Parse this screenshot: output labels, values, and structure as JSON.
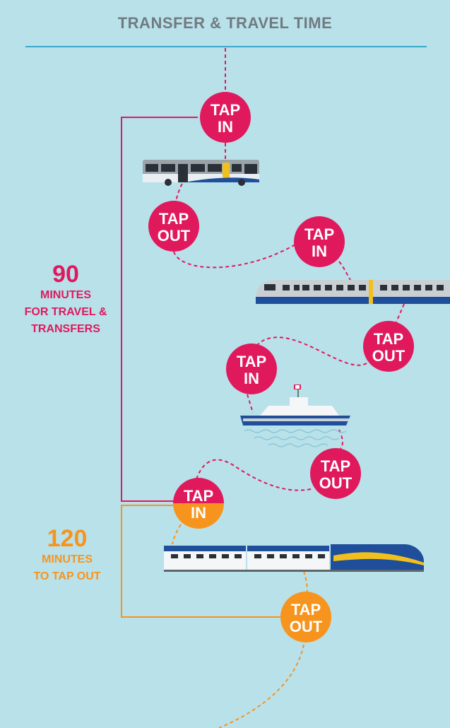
{
  "title": "TRANSFER & TRAVEL TIME",
  "badges": {
    "tap_in": {
      "line1": "TAP",
      "line2": "IN"
    },
    "tap_out": {
      "line1": "TAP",
      "line2": "OUT"
    }
  },
  "travel_window": {
    "minutes": "90",
    "line1": "MINUTES",
    "line2": "FOR TRAVEL &",
    "line3": "TRANSFERS"
  },
  "tap_out_window": {
    "minutes": "120",
    "line1": "MINUTES",
    "line2": "TO TAP OUT"
  },
  "colors": {
    "background": "#b9e1ea",
    "travel": "#e0195d",
    "tap_out_window": "#f7941d",
    "rule": "#3aa6c8",
    "title": "#707b80"
  },
  "vehicles": [
    "bus-icon",
    "skytrain-icon",
    "ferry-icon",
    "commuter-train-icon"
  ]
}
